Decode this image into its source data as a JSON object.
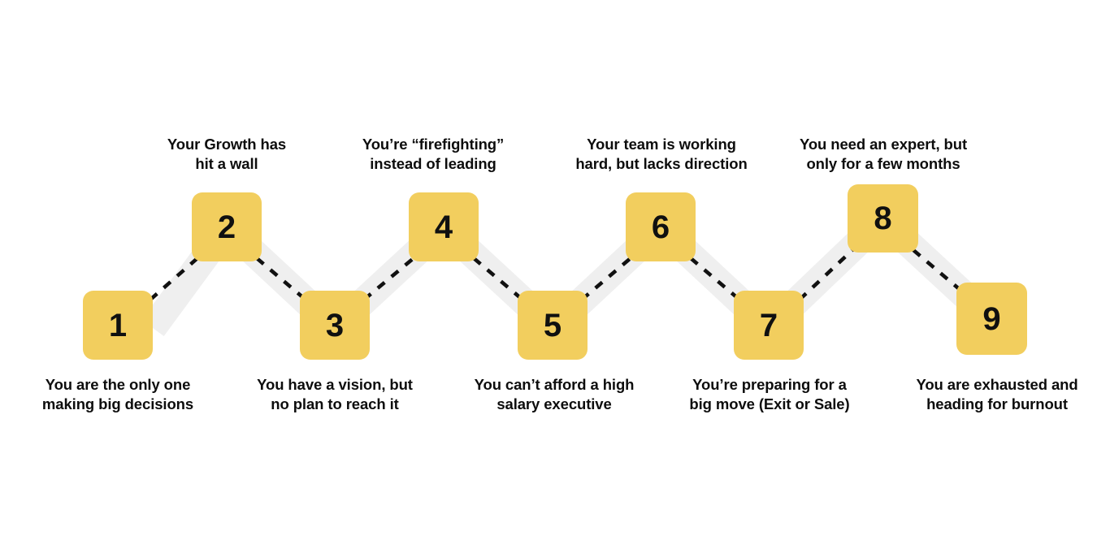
{
  "diagram": {
    "title": "Nine signs zigzag diagram",
    "colors": {
      "node_fill": "#F2CE5E",
      "node_text": "#101010",
      "connector_band": "#EFEFEF",
      "connector_dash": "#111111",
      "caption_text": "#0d0d0d",
      "background": "#FFFFFF"
    },
    "nodes": [
      {
        "number": "1",
        "caption": "You are the only one\nmaking big decisions",
        "caption_position": "below",
        "row": "lower"
      },
      {
        "number": "2",
        "caption": "Your Growth has\nhit a wall",
        "caption_position": "above",
        "row": "upper"
      },
      {
        "number": "3",
        "caption": "You have a vision, but\nno plan to reach it",
        "caption_position": "below",
        "row": "lower"
      },
      {
        "number": "4",
        "caption": "You’re “firefighting”\ninstead of leading",
        "caption_position": "above",
        "row": "upper"
      },
      {
        "number": "5",
        "caption": "You can’t afford a high\nsalary executive",
        "caption_position": "below",
        "row": "lower"
      },
      {
        "number": "6",
        "caption": "Your team is working\nhard, but lacks direction",
        "caption_position": "above",
        "row": "upper"
      },
      {
        "number": "7",
        "caption": "You’re preparing for a\nbig move (Exit or Sale)",
        "caption_position": "below",
        "row": "lower"
      },
      {
        "number": "8",
        "caption": "You need an expert, but\nonly for a few months",
        "caption_position": "above",
        "row": "upper"
      },
      {
        "number": "9",
        "caption": "You are exhausted and\nheading for burnout",
        "caption_position": "below",
        "row": "lower"
      }
    ]
  }
}
